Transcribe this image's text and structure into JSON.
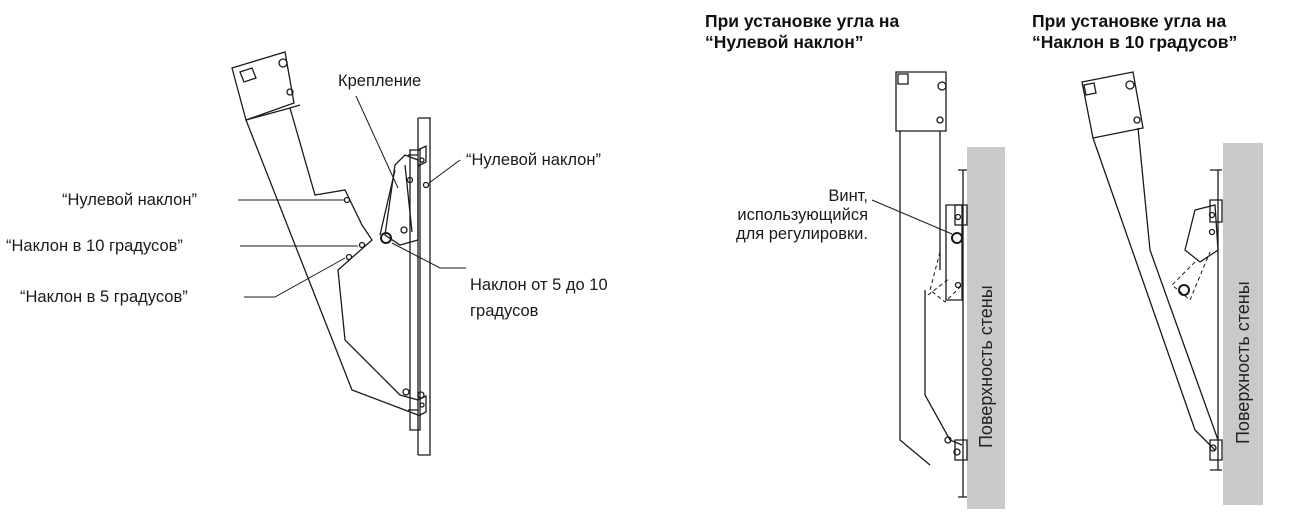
{
  "left_diagram": {
    "labels": {
      "mount": "Крепление",
      "zero_tilt_right": "“Нулевой наклон”",
      "zero_tilt": "“Нулевой наклон”",
      "tilt_10": "“Наклон в 10 градусов”",
      "tilt_5": "“Наклон в 5 градусов”",
      "tilt_5_10_line1": "Наклон от 5 до 10",
      "tilt_5_10_line2": "градусов"
    }
  },
  "middle_diagram": {
    "header_line1": "При установке угла на",
    "header_line2": "“Нулевой наклон”",
    "screw_line1": "Винт,",
    "screw_line2": "использующийся",
    "screw_line3": "для регулировки.",
    "wall_label": "Поверхность стены"
  },
  "right_diagram": {
    "header_line1": "При установке угла на",
    "header_line2": "“Наклон в 10 градусов”",
    "wall_label": "Поверхность стены"
  },
  "colors": {
    "wall_fill": "#c9c9c9",
    "line": "#1a1a1a"
  }
}
